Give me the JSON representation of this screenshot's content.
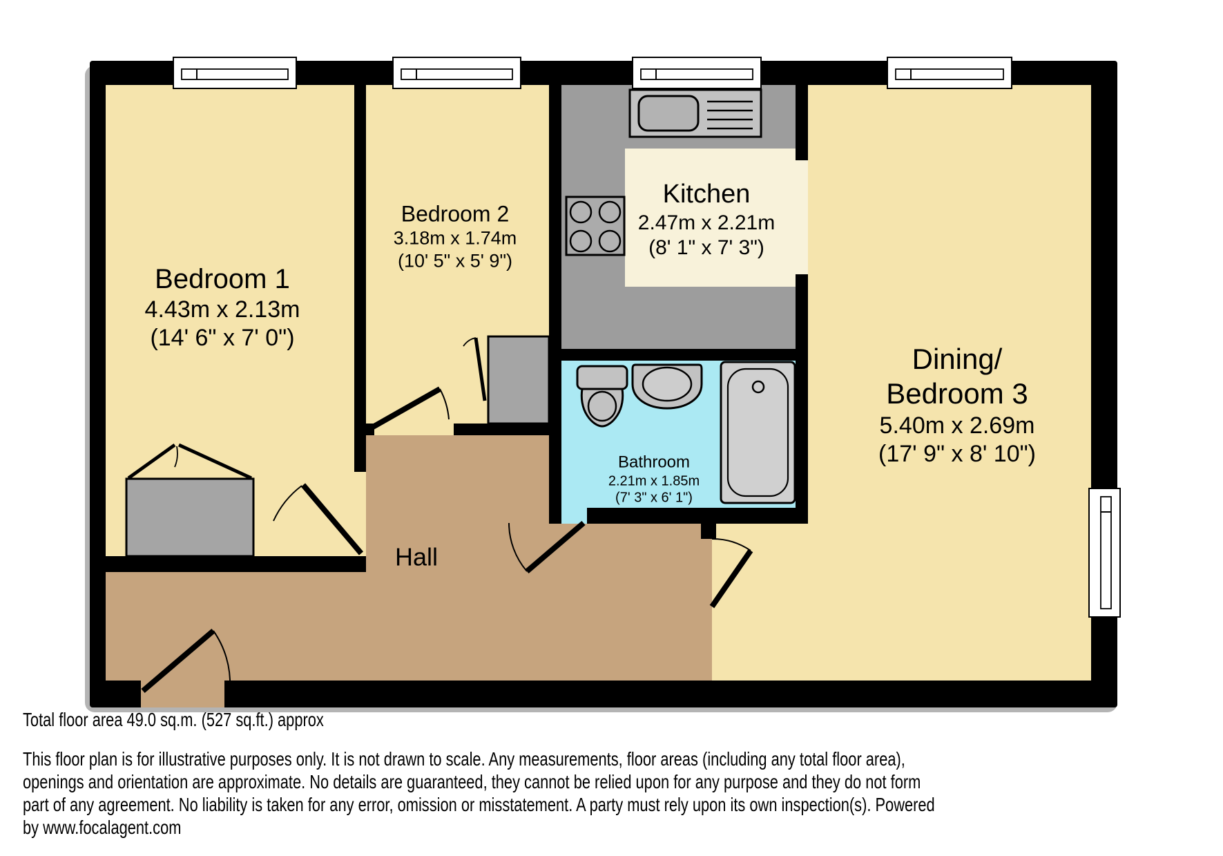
{
  "rooms": {
    "bedroom1": {
      "name": "Bedroom 1",
      "dims_metric": "4.43m x 2.13m",
      "dims_imperial": "(14' 6\" x 7' 0\")"
    },
    "bedroom2": {
      "name": "Bedroom 2",
      "dims_metric": "3.18m x 1.74m",
      "dims_imperial": "(10' 5\" x 5' 9\")"
    },
    "kitchen": {
      "name": "Kitchen",
      "dims_metric": "2.47m x 2.21m",
      "dims_imperial": "(8' 1\" x 7' 3\")"
    },
    "bathroom": {
      "name": "Bathroom",
      "dims_metric": "2.21m x 1.85m",
      "dims_imperial": "(7' 3\" x 6' 1\")"
    },
    "dining": {
      "name_line1": "Dining/",
      "name_line2": "Bedroom 3",
      "dims_metric": "5.40m x 2.69m",
      "dims_imperial": "(17' 9\" x 8' 10\")"
    },
    "hall": {
      "name": "Hall"
    }
  },
  "footer": {
    "total_area": "Total floor area 49.0 sq.m. (527 sq.ft.) approx",
    "disclaimer_lines": [
      "This floor plan is for illustrative purposes only. It is not drawn to scale. Any measurements, floor areas (including any total floor area),",
      "openings and orientation are approximate. No details are guaranteed, they cannot be relied upon for any purpose and they do not form",
      "part of any agreement. No liability is taken for any error, omission or misstatement. A party must rely upon its own inspection(s). Powered",
      "by www.focalagent.com"
    ]
  },
  "colors": {
    "c_wall": "#000000",
    "c_bedroom_floor": "#f5e4ad",
    "c_kitchen_floor": "#9d9d9d",
    "c_kitchen_area": "#f8f2da",
    "c_hall_floor": "#c6a47e",
    "c_bath_floor": "#abe9f3",
    "c_fixture": "#c2c2c2",
    "c_wardrobe": "#a5a5a5"
  }
}
